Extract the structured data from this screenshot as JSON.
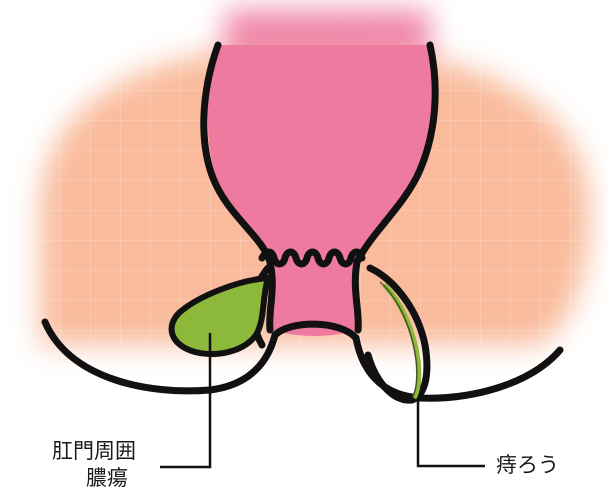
{
  "diagram": {
    "colors": {
      "skin": "#f9bb9c",
      "rectum": "#ee7aa0",
      "abscess_fill": "#8cb93a",
      "outline": "#111111",
      "grid": "#ffffff"
    },
    "labels": {
      "abscess_line1": "肛門周囲",
      "abscess_line2": "膿瘍",
      "fistula": "痔ろう"
    }
  }
}
